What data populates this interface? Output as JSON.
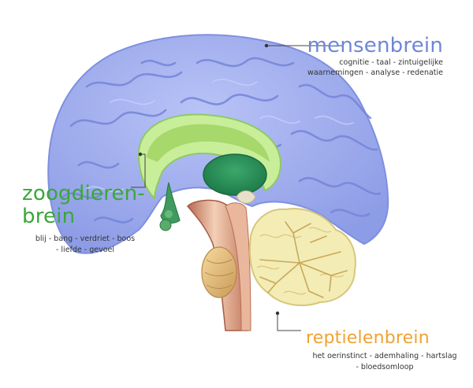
{
  "labels": {
    "mensenbrein": {
      "title": "mensenbrein",
      "line1": "cognitie - taal - zintuigelijke",
      "line2": "waarnemingen - analyse - redenatie"
    },
    "zoogdierenbrein": {
      "title_line1": "zoogdieren-",
      "title_line2": "brein",
      "line1": "blij - bang - verdriet - boos",
      "line2": "- liefde - gevoel"
    },
    "reptielenbrein": {
      "title": "reptielenbrein",
      "line1": "het oerinstinct - ademhaling - hartslag",
      "line2": "- bloedsomloop"
    }
  },
  "colors": {
    "mensen": "#6f86d6",
    "zoogdieren": "#3aa838",
    "reptielen": "#f0a233",
    "cortex": "#9aa8ee",
    "cerebellum": "#f3ecb5"
  }
}
